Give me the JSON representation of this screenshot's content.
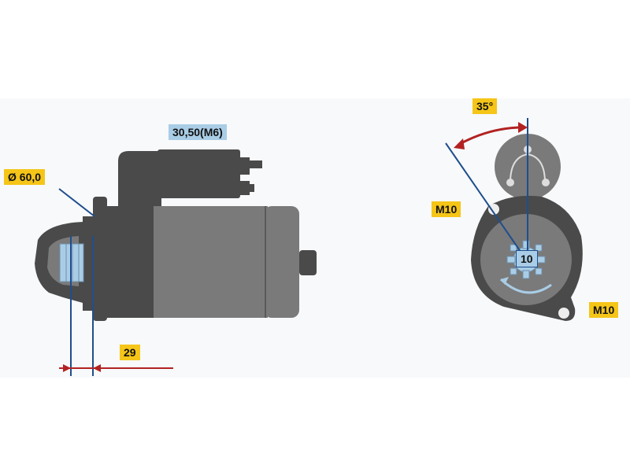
{
  "colors": {
    "body_gray": "#7a7a7a",
    "dark_gray": "#4a4a4a",
    "dimension_blue": "#1f4e8c",
    "dimension_red": "#b22222",
    "label_yellow": "#f5c518",
    "label_blue": "#a9cde6"
  },
  "labels": {
    "diameter": "Ø 60,0",
    "terminal": "30,50(M6)",
    "offset": "29",
    "angle": "35°",
    "bolt_left": "M10",
    "bolt_right": "M10",
    "teeth": "10"
  }
}
